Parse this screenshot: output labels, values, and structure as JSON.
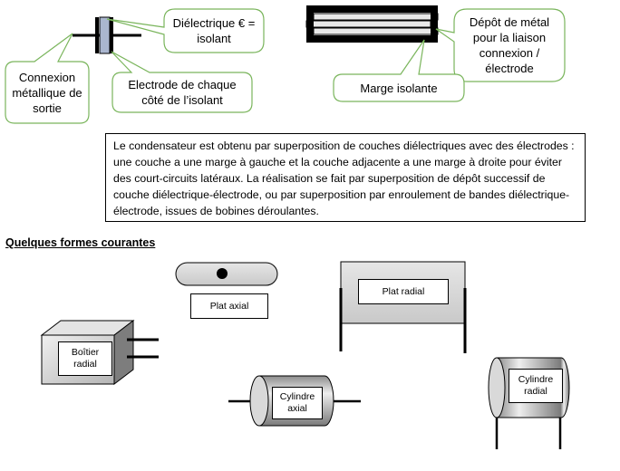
{
  "callouts": {
    "dielectric": "Diélectrique € = isolant",
    "connexion": "Connexion métallique de sortie",
    "electrode": "Electrode de chaque côté de l’isolant",
    "depot": "Dépôt de métal pour la liaison connexion / électrode",
    "marge": "Marge isolante"
  },
  "description": "Le condensateur est obtenu par superposition de couches diélectriques avec  des électrodes : une couche a une marge à gauche et la couche adjacente a une marge à droite pour éviter des court-circuits latéraux.  La réalisation se fait par superposition de dépôt successif de couche diélectrique-électrode, ou par superposition par enroulement de bandes diélectrique-électrode, issues de bobines déroulantes.",
  "section_title": "Quelques formes courantes",
  "shapes": {
    "plat_axial": "Plat axial",
    "plat_radial": "Plat radial",
    "boitier_radial": "Boîtier radial",
    "cylindre_axial": "Cylindre axial",
    "cylindre_radial": "Cylindre radial"
  },
  "colors": {
    "callout_fill": "#ffffff",
    "callout_stroke": "#7ab55c",
    "body_gray": "#c8c8c8"
  }
}
